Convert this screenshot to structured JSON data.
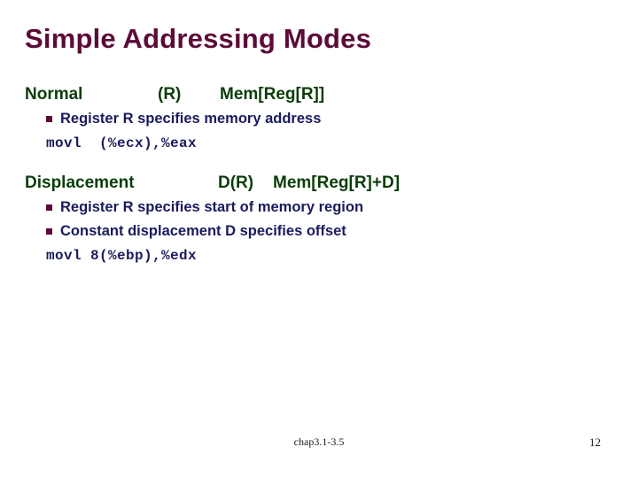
{
  "slide": {
    "title": "Simple Addressing Modes",
    "colors": {
      "title": "#5c0b38",
      "heading": "#0a3d0a",
      "body_text": "#1a1a5e",
      "bullet_marker": "#5c0b38",
      "background": "#ffffff",
      "footer_text": "#1a1a1a"
    },
    "blocks": [
      {
        "name": "Normal",
        "syntax": "(R)",
        "semantics": "Mem[Reg[R]]",
        "bullets": [
          "Register R specifies memory address"
        ],
        "code": [
          "movl  (%ecx),%eax"
        ]
      },
      {
        "name": "Displacement",
        "syntax": "D(R)",
        "semantics": "Mem[Reg[R]+D]",
        "bullets": [
          "Register R specifies start of memory region",
          "Constant displacement D specifies offset"
        ],
        "code": [
          "movl 8(%ebp),%edx"
        ]
      }
    ],
    "footer": {
      "center_text": "chap3.1-3.5",
      "page_number": "12"
    }
  }
}
